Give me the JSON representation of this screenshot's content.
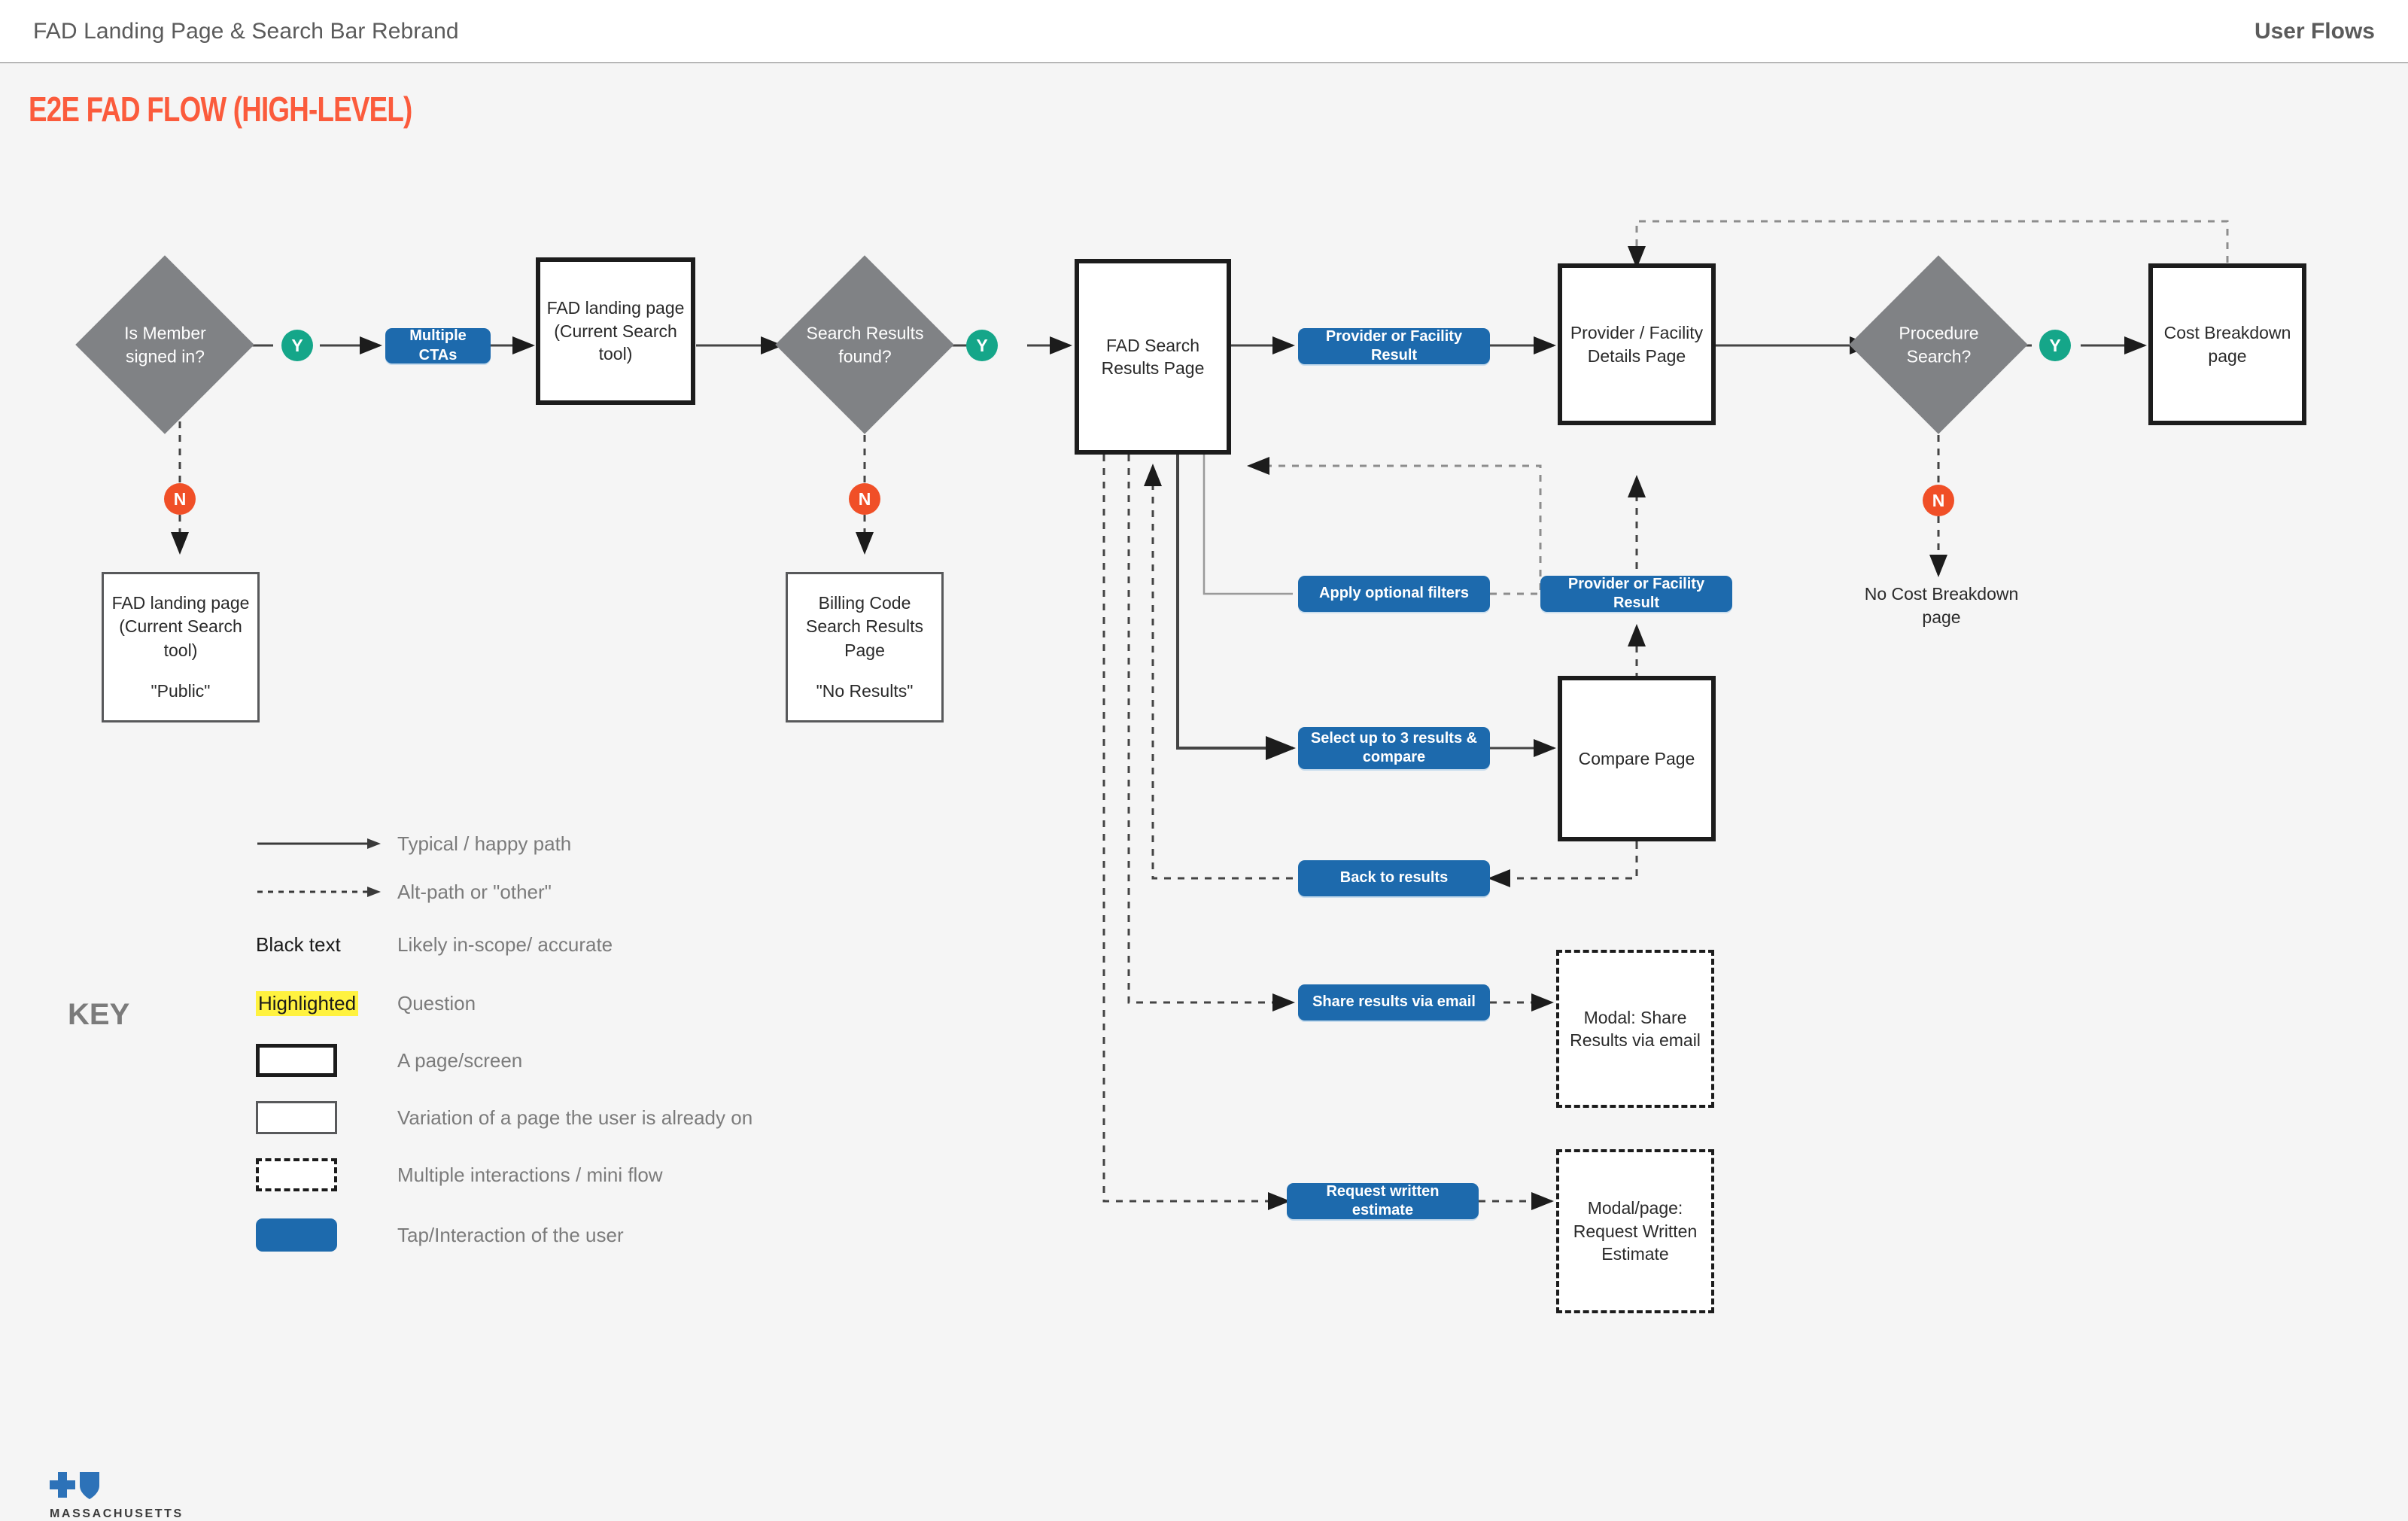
{
  "header": {
    "title": "FAD Landing Page & Search Bar Rebrand",
    "right_label": "User Flows"
  },
  "flow": {
    "title": "E2E FAD FLOW (HIGH-LEVEL)",
    "accent_color": "#fb5b3c",
    "tap_color": "#1d6aad",
    "yes_color": "#15a689",
    "no_color": "#f04f27",
    "decision_color": "#808285",
    "nodes": {
      "is_member_signed_in": "Is Member signed in?",
      "yes_1": "Y",
      "no_1": "N",
      "multiple_ctas": "Multiple CTAs",
      "fad_landing_page": "FAD landing page (Current Search tool)",
      "fad_landing_public_l1": "FAD landing page (Current Search tool)",
      "fad_landing_public_l2": "\"Public\"",
      "search_results_found": "Search Results found?",
      "yes_2": "Y",
      "no_2": "N",
      "billing_code_l1": "Billing Code Search Results Page",
      "billing_code_l2": "\"No Results\"",
      "fad_search_results_page": "FAD Search Results Page",
      "provider_or_facility_result_top": "Provider or Facility Result",
      "provider_facility_details_page": "Provider / Facility Details Page",
      "procedure_search": "Procedure Search?",
      "yes_3": "Y",
      "no_3": "N",
      "cost_breakdown_page": "Cost Breakdown page",
      "no_cost_breakdown_page": "No Cost Breakdown page",
      "apply_optional_filters": "Apply optional filters",
      "provider_or_facility_result_mid": "Provider or Facility Result",
      "select_up_to_3": "Select up to 3 results & compare",
      "compare_page": "Compare Page",
      "back_to_results": "Back to results",
      "share_results_via_email": "Share results via email",
      "modal_share_results": "Modal: Share Results via email",
      "request_written_estimate": "Request written estimate",
      "modal_request_estimate": "Modal/page: Request Written Estimate"
    }
  },
  "key": {
    "title": "KEY",
    "rows": [
      {
        "swatch": "solid-arrow",
        "label": "Typical / happy path"
      },
      {
        "swatch": "dashed-arrow",
        "label": "Alt-path or \"other\""
      },
      {
        "swatch": "black-text",
        "swatch_text": "Black text",
        "label": "Likely in-scope/ accurate"
      },
      {
        "swatch": "highlighted",
        "swatch_text": "Highlighted",
        "label": "Question"
      },
      {
        "swatch": "page-box",
        "label": "A page/screen"
      },
      {
        "swatch": "variation-box",
        "label": "Variation of a page the user is already on"
      },
      {
        "swatch": "miniflow-box",
        "label": "Multiple interactions / mini flow"
      },
      {
        "swatch": "tap-box",
        "label": "Tap/Interaction of the user"
      }
    ],
    "highlight_color": "#fff23f"
  },
  "logo": {
    "name": "MASSACHUSETTS",
    "color": "#2d72b8"
  }
}
